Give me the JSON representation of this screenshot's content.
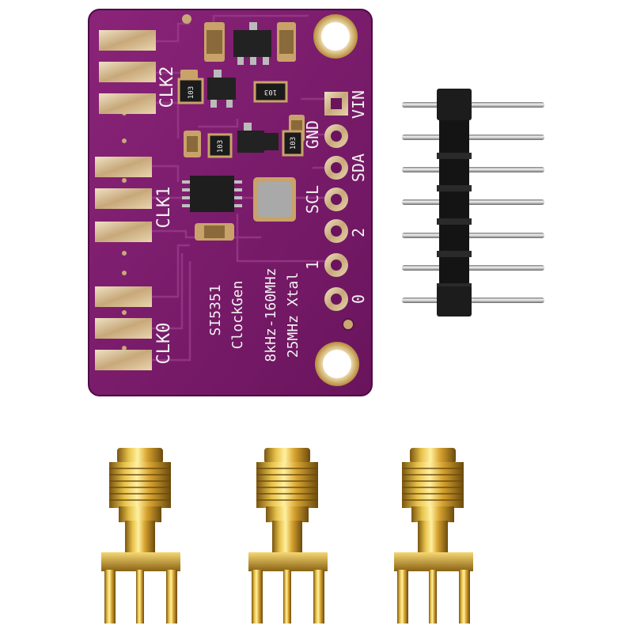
{
  "board": {
    "model": "SI5351",
    "name": "ClockGen",
    "freq_range": "8kHz-160MHz",
    "crystal": "25MHz Xtal",
    "outputs": [
      "CLK2",
      "CLK1",
      "CLK0"
    ],
    "pins": [
      "VIN",
      "GND",
      "SDA",
      "SCL",
      "2",
      "1",
      "0"
    ],
    "resistor_code": "103",
    "pcb_color": "#7a1a6c"
  },
  "header": {
    "pin_count": 7
  },
  "sma_connectors": {
    "count": 3,
    "color": "#d9a531"
  }
}
